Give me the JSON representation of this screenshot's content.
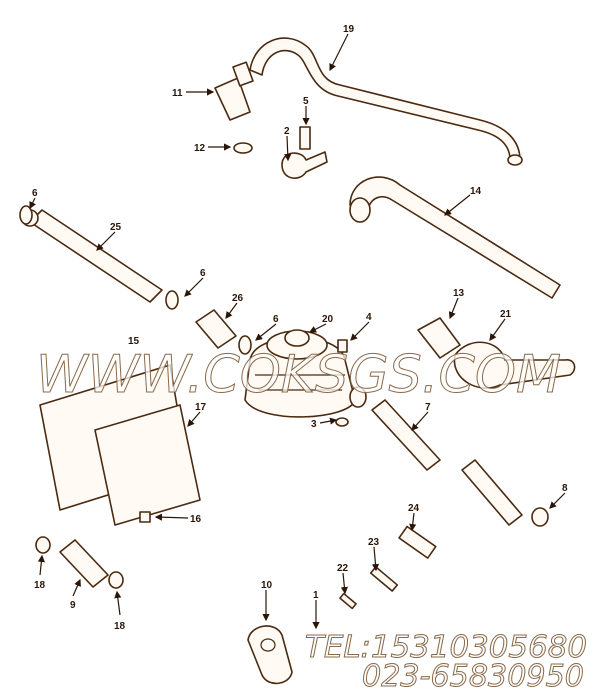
{
  "callouts": [
    "19",
    "11",
    "5",
    "12",
    "2",
    "14",
    "6",
    "25",
    "6",
    "26",
    "6",
    "20",
    "4",
    "13",
    "21",
    "15",
    "17",
    "7",
    "3",
    "8",
    "16",
    "24",
    "23",
    "22",
    "18",
    "9",
    "18",
    "10",
    "1"
  ],
  "watermark": {
    "site": "WWW.COKSGS.COM",
    "tel": "TEL:15310305680",
    "phone2": "023-65830950"
  },
  "colors": {
    "line": "#4a2a10",
    "watermark": "#8a6a4a"
  }
}
